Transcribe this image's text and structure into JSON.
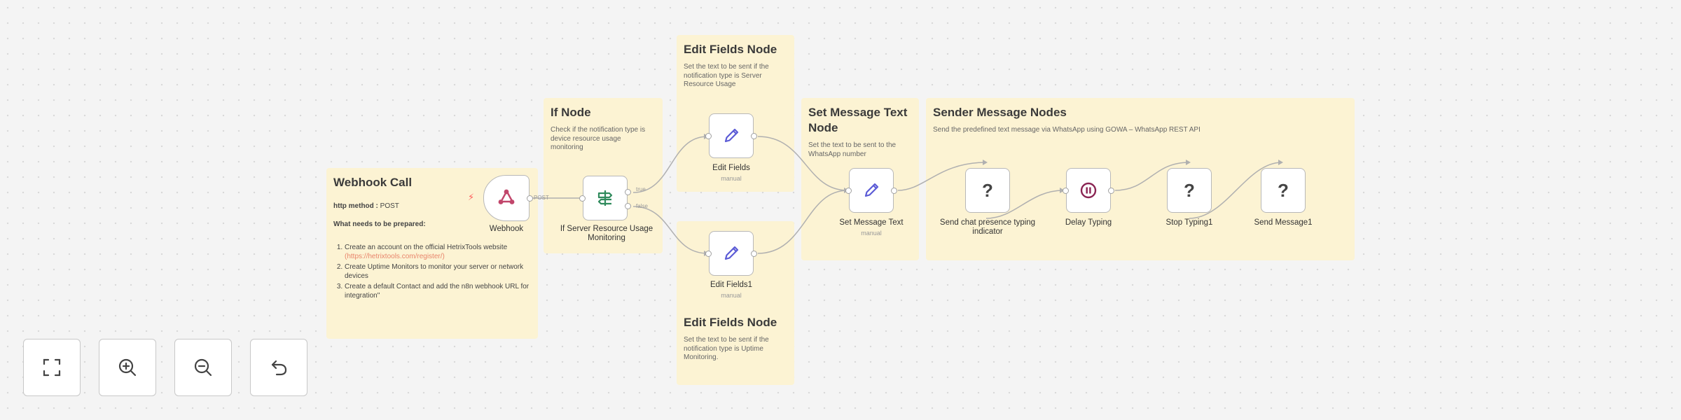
{
  "notes": {
    "webhook_call": {
      "title": "Webhook Call",
      "http_method_label": "http method :",
      "http_method_value": "POST",
      "prep_label": "What needs to be prepared:",
      "step1_text": "Create an account on the official HetrixTools website",
      "step1_link": "(https://hetrixtools.com/register/)",
      "step2_text": "Create Uptime Monitors to monitor your server or network devices",
      "step3_text": "Create a default Contact and add the n8n webhook URL for integration\""
    },
    "if_node": {
      "title": "If Node",
      "desc": "Check if the notification type is device resource usage monitoring"
    },
    "edit_fields_top": {
      "title": "Edit Fields Node",
      "desc": "Set the text to be sent if the notification type is Server Resource Usage"
    },
    "edit_fields_bottom": {
      "title": "Edit Fields Node",
      "desc": "Set the text to be sent if the notification type is Uptime Monitoring."
    },
    "set_message": {
      "title": "Set Message Text Node",
      "desc": "Set the text to be sent to the WhatsApp number"
    },
    "sender": {
      "title": "Sender Message Nodes",
      "desc": "Send the predefined text message via WhatsApp using GOWA – WhatsApp REST API"
    }
  },
  "nodes": {
    "webhook": {
      "label": "Webhook",
      "icon": "webhook-icon"
    },
    "if_server": {
      "label": "If Server Resource Usage Monitoring",
      "icon": "signpost-icon"
    },
    "edit_fields": {
      "label": "Edit Fields",
      "sub": "manual",
      "icon": "pencil-icon"
    },
    "edit_fields1": {
      "label": "Edit Fields1",
      "sub": "manual",
      "icon": "pencil-icon"
    },
    "set_message_text": {
      "label": "Set Message Text",
      "sub": "manual",
      "icon": "pencil-icon"
    },
    "send_chat_presence": {
      "label": "Send chat presence typing indicator",
      "icon": "question-icon",
      "glyph": "?"
    },
    "delay_typing": {
      "label": "Delay Typing",
      "icon": "pause-icon"
    },
    "stop_typing": {
      "label": "Stop Typing1",
      "icon": "question-icon",
      "glyph": "?"
    },
    "send_message": {
      "label": "Send Message1",
      "icon": "question-icon",
      "glyph": "?"
    }
  },
  "edge_labels": {
    "post": "POST",
    "true": "true",
    "false": "false"
  },
  "controls": [
    {
      "name": "fit-view",
      "icon": "fullscreen-icon"
    },
    {
      "name": "zoom-in",
      "icon": "zoom-in-icon"
    },
    {
      "name": "zoom-out",
      "icon": "zoom-out-icon"
    },
    {
      "name": "reset",
      "icon": "undo-icon"
    }
  ],
  "colors": {
    "sticky_note": "#fcf3d3",
    "webhook_accent": "#c1466b",
    "if_accent": "#2f8a5c",
    "edit_accent": "#5b5bd6",
    "pause_accent": "#8a2453",
    "trigger_bolt": "#ff5a5a",
    "link": "#e8846b"
  }
}
